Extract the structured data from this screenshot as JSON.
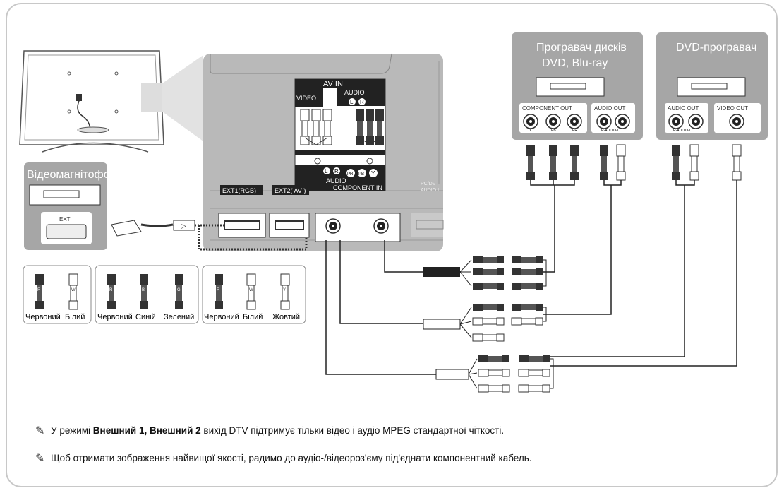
{
  "panel": {
    "av_in_title": "AV IN",
    "video_label": "VIDEO",
    "audio_label": "AUDIO",
    "audio_label_lower": "AUDIO",
    "component_in_label": "COMPONENT IN",
    "ext1_label": "EXT1(RGB)",
    "ext2_label": "EXT2( AV )",
    "pc_label_1": "PC/DV",
    "pc_label_2": "AUDIO I",
    "l_mark": "L",
    "r_mark": "R",
    "pb_mark": "PB",
    "pr_mark": "PR",
    "y_mark": "Y"
  },
  "devices": {
    "bluray_title_1": "Програвач дисків",
    "bluray_title_2": "DVD, Blu-ray",
    "dvd_title": "DVD-програвач",
    "vcr_title": "Відеомагнітофон",
    "vcr_port": "EXT",
    "component_out": "COMPONENT OUT",
    "audio_out": "AUDIO OUT",
    "video_out": "VIDEO OUT",
    "y_label": "Y",
    "pb_label": "PB",
    "pr_label": "PR",
    "rl_label": "R-AUDIO-L"
  },
  "legend": {
    "group1": [
      "Червоний",
      "Білий"
    ],
    "group2": [
      "Червоний",
      "Синій",
      "Зелений"
    ],
    "group3": [
      "Червоний",
      "Білий",
      "Жовтий"
    ],
    "plug_letters": [
      "R",
      "W",
      "R",
      "B",
      "G",
      "R",
      "W",
      "Y"
    ]
  },
  "notes": {
    "note1_prefix": "У режимі ",
    "note1_bold": "Внешний 1, Внешний 2",
    "note1_suffix": " вихід DTV підтримує тільки відео і аудіо MPEG стандартної чіткості.",
    "note2": "Щоб отримати зображення найвищої якості, радимо до аудіо-/відеороз'єму під'єднати компонентний кабель."
  },
  "colors": {
    "device_box": "#a6a6a6",
    "panel_bg": "#b9b9b9",
    "frame": "#c8c8c8",
    "cable": "#222222"
  }
}
